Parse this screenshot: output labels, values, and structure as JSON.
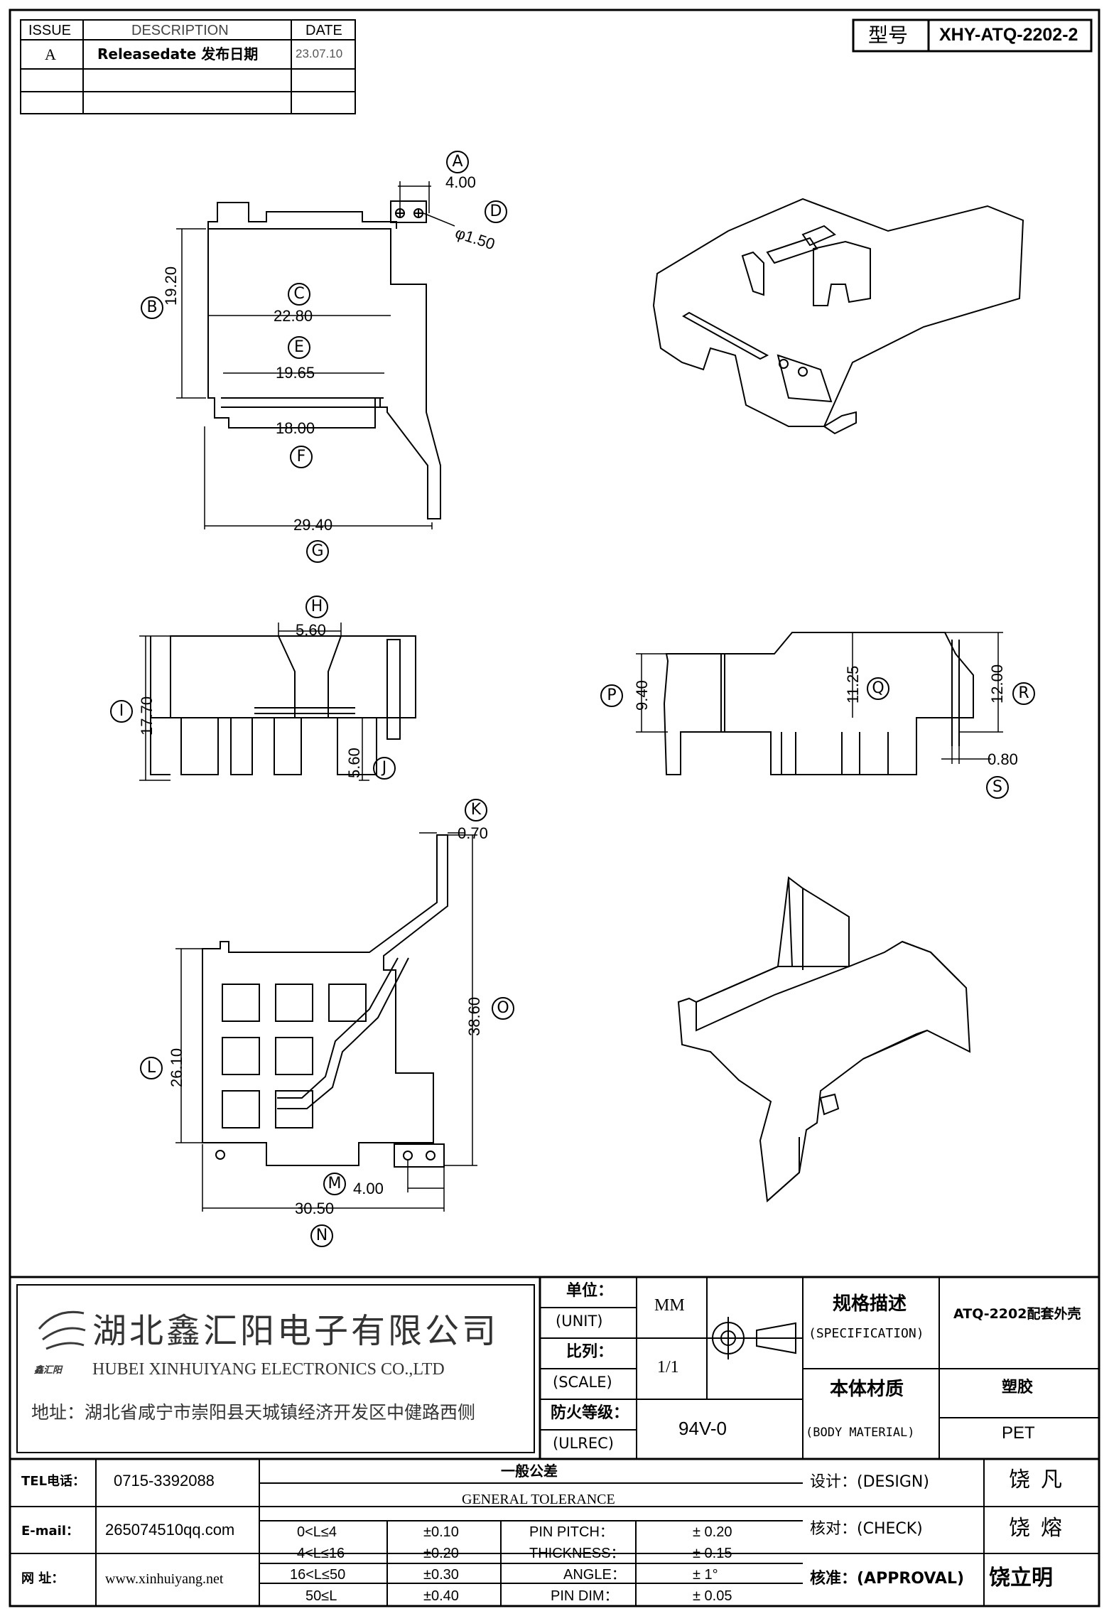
{
  "revision": {
    "headers": [
      "ISSUE",
      "DESCRIPTION",
      "DATE"
    ],
    "rows": [
      {
        "issue": "A",
        "description": "Releasedate 发布日期",
        "date": "23.07.10"
      }
    ]
  },
  "model": {
    "label": "型号",
    "value": "XHY-ATQ-2202-2"
  },
  "dimensions": {
    "A": "4.00",
    "D": "φ1.50",
    "B": "19.20",
    "C": "22.80",
    "E": "19.65",
    "F": "18.00",
    "G": "29.40",
    "H": "5.60",
    "I": "17.70",
    "J": "5.60",
    "P": "9.40",
    "Q": "11.25",
    "R": "12.00",
    "S": "0.80",
    "K": "0.70",
    "L": "26.10",
    "O": "38.60",
    "M": "4.00",
    "N": "30.50"
  },
  "company": {
    "name_cn": "湖北鑫汇阳电子有限公司",
    "name_en": "HUBEI XINHUIYANG ELECTRONICS CO.,LTD",
    "address": "地址：湖北省咸宁市崇阳县天城镇经济开发区中健路西侧",
    "logo_text": "鑫汇阳"
  },
  "title_block": {
    "unit_label": "单位：",
    "unit_label_en": "(UNIT)",
    "unit_value": "MM",
    "scale_label": "比列：",
    "scale_label_en": "(SCALE)",
    "scale_value": "1/1",
    "ul_label": "防火等级：",
    "ul_label_en": "(ULREC)",
    "ul_value": "94V-0",
    "spec_label": "规格描述",
    "spec_label_en": "(SPECIFICATION)",
    "spec_value": "ATQ-2202配套外壳",
    "material_label": "本体材质",
    "material_label_en": "(BODY MATERIAL)",
    "material_value_cn": "塑胶",
    "material_value": "PET"
  },
  "contact": {
    "tel_label": "TEL电话：",
    "tel": "0715-3392088",
    "email_label": "E-mail：",
    "email": "265074510qq.com",
    "web_label": "网  址：",
    "web": "www.xinhuiyang.net"
  },
  "tolerance": {
    "title_cn": "一般公差",
    "title_en": "GENERAL TOLERANCE",
    "ranges": [
      {
        "range": "0<L≤4",
        "tol": "±0.10",
        "item": "PIN PITCH：",
        "value": "± 0.20"
      },
      {
        "range": "4<L≤16",
        "tol": "±0.20",
        "item": "THICKNESS：",
        "value": "± 0.15"
      },
      {
        "range": "16<L≤50",
        "tol": "±0.30",
        "item": "ANGLE：",
        "value": "± 1°"
      },
      {
        "range": "50≤L",
        "tol": "±0.40",
        "item": "PIN DIM：",
        "value": "± 0.05"
      }
    ]
  },
  "signoff": {
    "design_label": "设计：(DESIGN)",
    "design_name": "饶  凡",
    "check_label": "核对：(CHECK)",
    "check_name": "饶  熔",
    "approval_label": "核准：(APPROVAL)",
    "approval_name": "饶立明"
  }
}
